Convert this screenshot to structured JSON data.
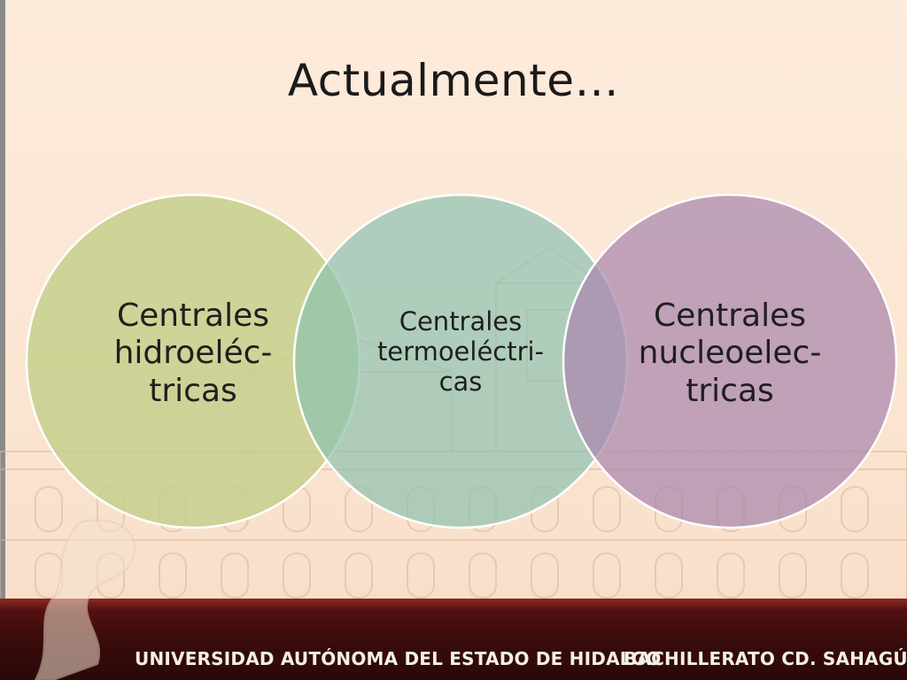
{
  "slide": {
    "title": "Actualmente…",
    "colors": {
      "background": "#fbe6d4",
      "circle_hidro": "#c6cf8c",
      "circle_termo": "#9ec9b6",
      "circle_nucleo": "#b796b8",
      "footer": "#3e0c0c"
    }
  },
  "diagram": {
    "circles": [
      {
        "line1": "Centrales",
        "line2": "hidroeléc-",
        "line3": "tricas"
      },
      {
        "line1": "Centrales",
        "line2": "termoeléctri-",
        "line3": "cas"
      },
      {
        "line1": "Centrales",
        "line2": "nucleoelec-",
        "line3": "tricas"
      }
    ]
  },
  "footer": {
    "university": "UNIVERSIDAD AUTÓNOMA DEL ESTADO DE HIDALGO",
    "school": "BACHILLERATO CD. SAHAGÚN"
  }
}
